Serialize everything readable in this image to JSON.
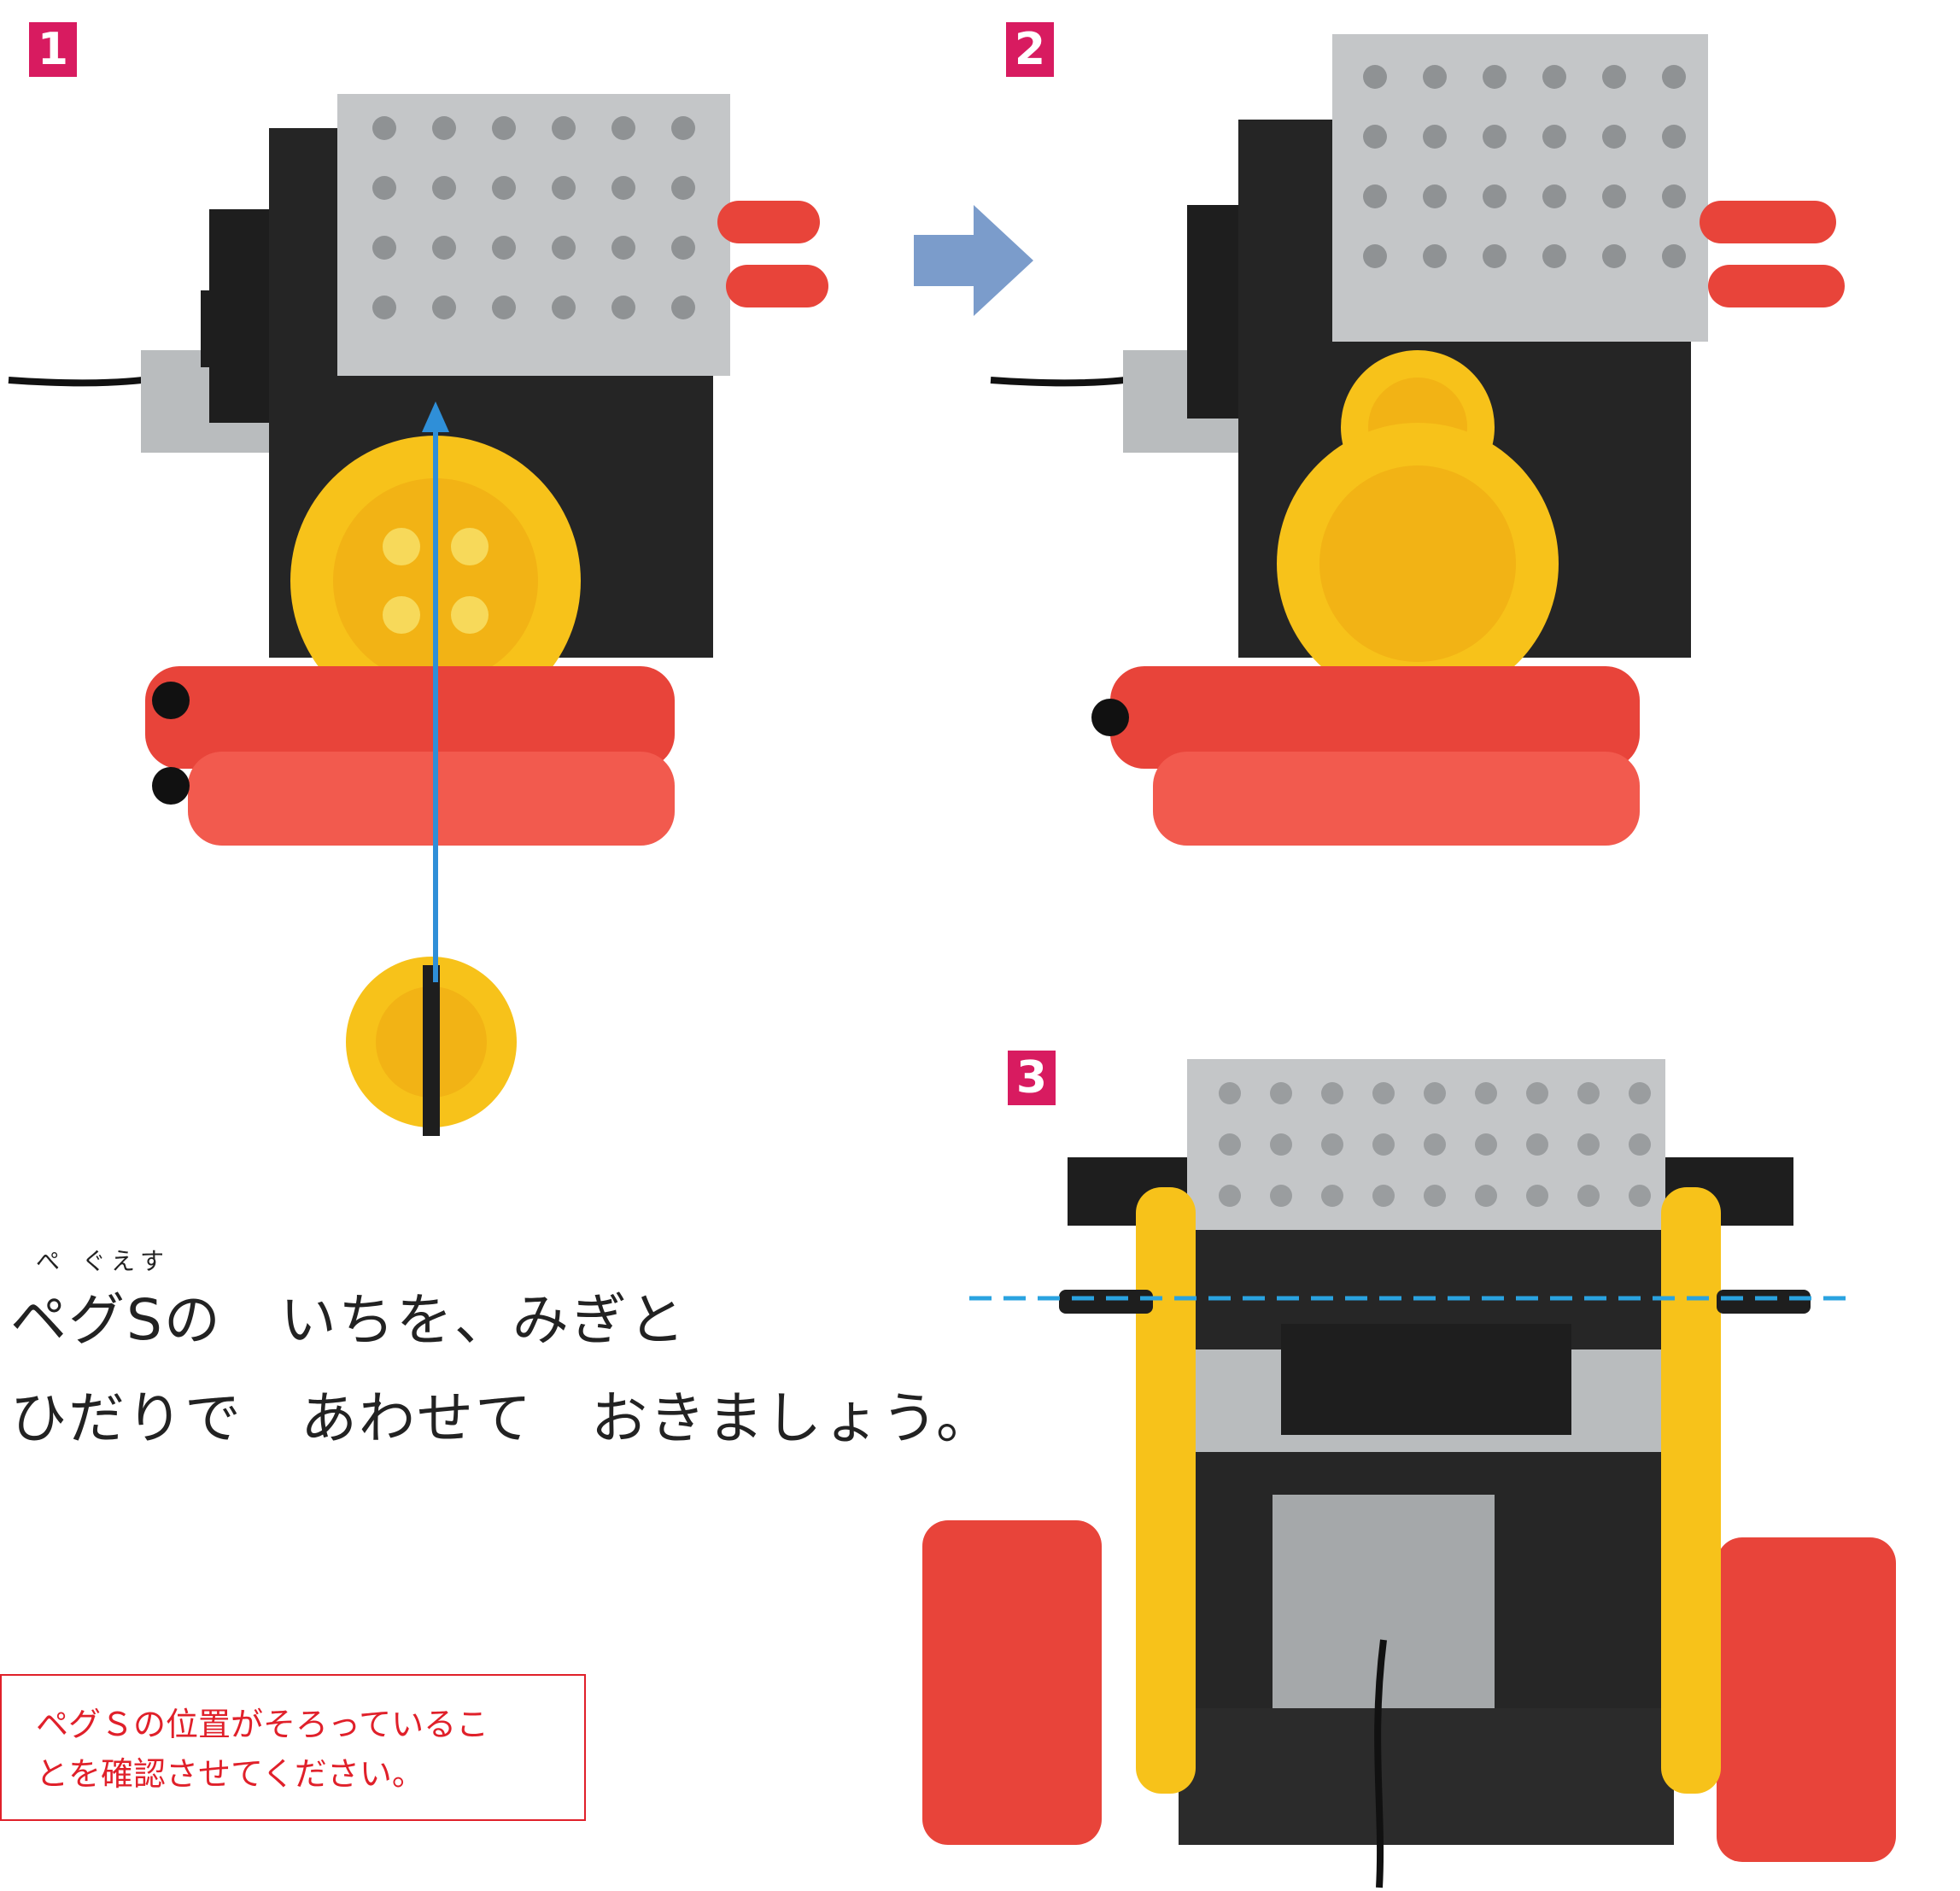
{
  "steps": [
    {
      "number": "1"
    },
    {
      "number": "2"
    },
    {
      "number": "3"
    }
  ],
  "instruction": {
    "ruby_pe": "ぺ",
    "ruby_guesu": "ぐえす",
    "line1": "ペグSの　いちを、みぎと",
    "line2": "ひだりで　あわせて　おきましょう。"
  },
  "note": {
    "line1": "ペグＳの位置がそろっているこ",
    "line2": "とを確認させてください。"
  },
  "icons": {
    "arrow": "right-arrow-icon"
  },
  "colors": {
    "badge": "#d81b60",
    "arrow": "#7b9ccb",
    "guide_line": "#2f8fd8",
    "dashed_line": "#2aa3e0",
    "note_border": "#e0202a",
    "note_text": "#e0202a",
    "lego_red": "#e8443a",
    "lego_yellow": "#f7c21a",
    "lego_gray": "#b9bcbe",
    "lego_black": "#1e1e1e"
  }
}
